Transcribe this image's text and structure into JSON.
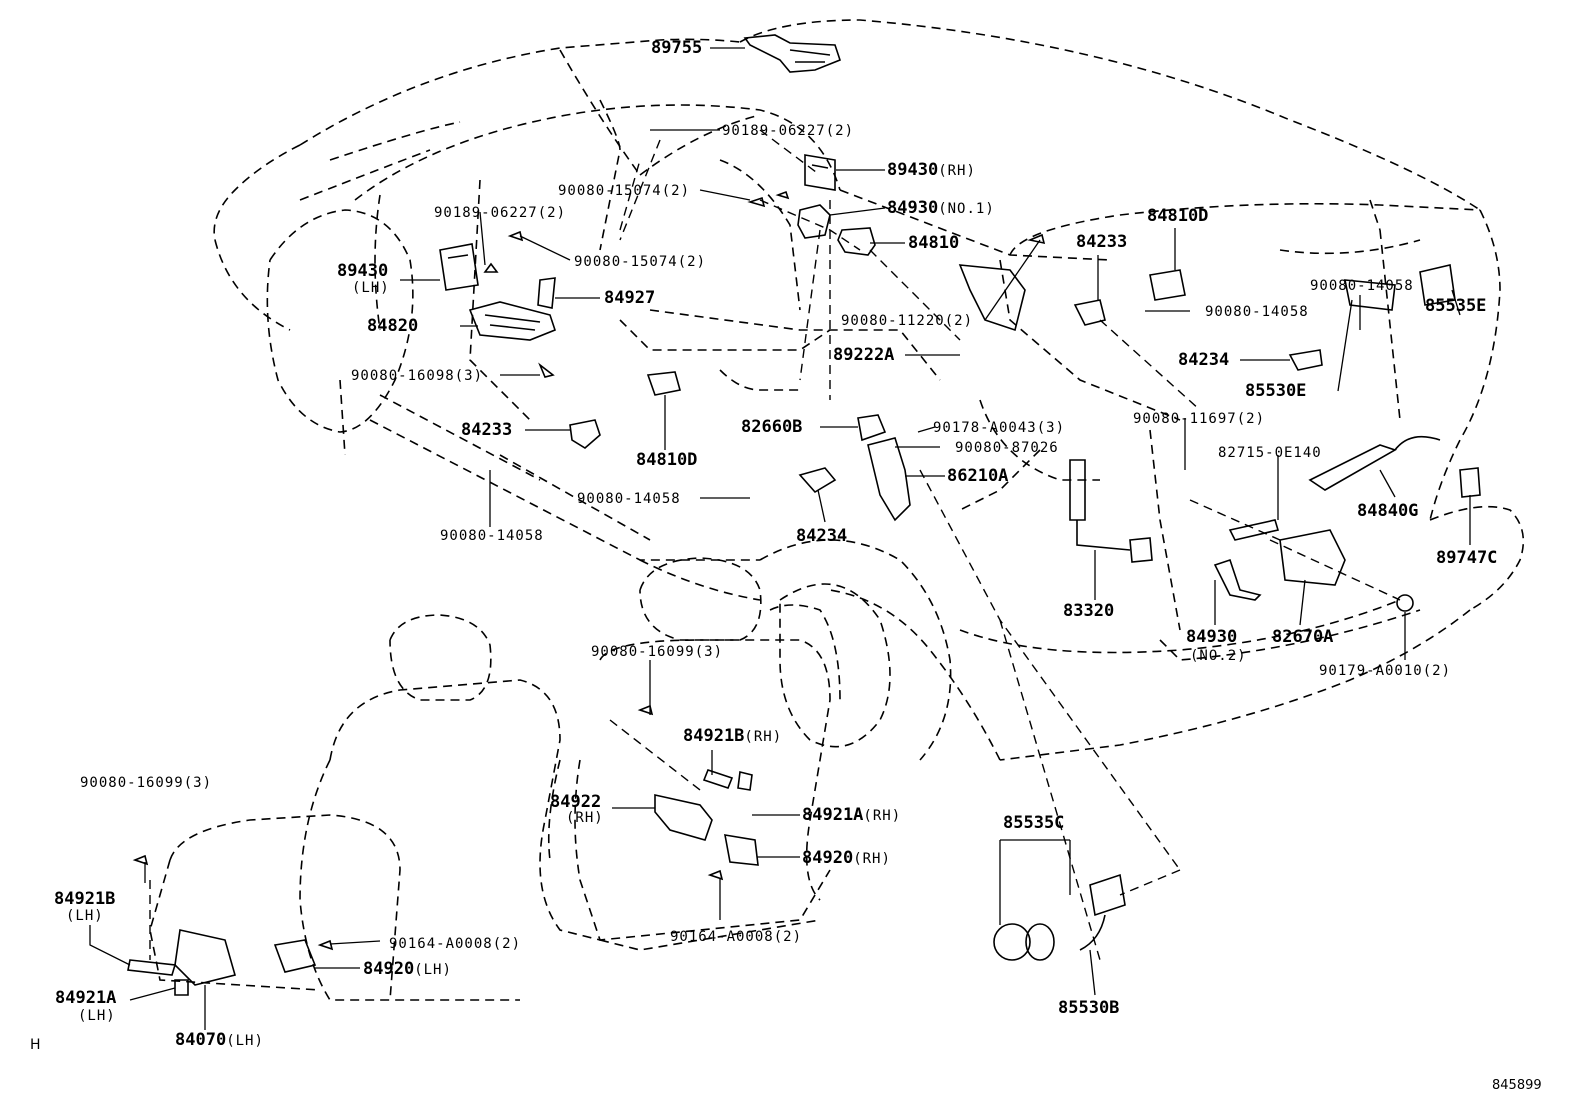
{
  "callouts": [
    {
      "part": "89755",
      "q": ""
    },
    {
      "part": "90189-06227",
      "q": "(2)"
    },
    {
      "part": "89430",
      "q": "(RH)"
    },
    {
      "part": "90080-15074",
      "q": "(2)"
    },
    {
      "part": "84930",
      "q": "(NO.1)"
    },
    {
      "part": "90189-06227",
      "q": "(2)"
    },
    {
      "part": "84810",
      "q": ""
    },
    {
      "part": "84810D",
      "q": ""
    },
    {
      "part": "89430",
      "q": ""
    },
    {
      "part": "90080-15074",
      "q": "(2)"
    },
    {
      "part": "84233",
      "q": ""
    },
    {
      "part": "84927",
      "q": ""
    },
    {
      "part": "84820",
      "q": ""
    },
    {
      "part": "90080-11220",
      "q": "(2)"
    },
    {
      "part": "90080-14058",
      "q": ""
    },
    {
      "part": "90080-14058",
      "q": ""
    },
    {
      "part": "85535E",
      "q": ""
    },
    {
      "part": "90080-16098",
      "q": "(3)"
    },
    {
      "part": "89222A",
      "q": ""
    },
    {
      "part": "84234",
      "q": ""
    },
    {
      "part": "85530E",
      "q": ""
    },
    {
      "part": "84233",
      "q": ""
    },
    {
      "part": "82660B",
      "q": ""
    },
    {
      "part": "90178-A0043",
      "q": "(3)"
    },
    {
      "part": "90080-11697",
      "q": "(2)"
    },
    {
      "part": "90080-87026",
      "q": ""
    },
    {
      "part": "82715-0E140",
      "q": ""
    },
    {
      "part": "84810D",
      "q": ""
    },
    {
      "part": "86210A",
      "q": ""
    },
    {
      "part": "90080-14058",
      "q": ""
    },
    {
      "part": "84840G",
      "q": ""
    },
    {
      "part": "90080-14058",
      "q": ""
    },
    {
      "part": "84234",
      "q": ""
    },
    {
      "part": "89747C",
      "q": ""
    },
    {
      "part": "83320",
      "q": ""
    },
    {
      "part": "84930",
      "q": ""
    },
    {
      "part": "82670A",
      "q": ""
    },
    {
      "part": "90080-16099",
      "q": "(3)"
    },
    {
      "part": "90179-A0010",
      "q": "(2)"
    },
    {
      "part": "84921B",
      "q": "(RH)"
    },
    {
      "part": "90080-16099",
      "q": "(3)"
    },
    {
      "part": "84922",
      "q": ""
    },
    {
      "part": "84921A",
      "q": "(RH)"
    },
    {
      "part": "85535C",
      "q": ""
    },
    {
      "part": "84921B",
      "q": ""
    },
    {
      "part": "84920",
      "q": "(RH)"
    },
    {
      "part": "90164-A0008",
      "q": "(2)"
    },
    {
      "part": "90164-A0008",
      "q": "(2)"
    },
    {
      "part": "84921A",
      "q": ""
    },
    {
      "part": "84920",
      "q": "(LH)"
    },
    {
      "part": "85530B",
      "q": ""
    },
    {
      "part": "84070",
      "q": "(LH)"
    }
  ],
  "sub_labels": [
    "(LH)",
    "(RH)",
    "(NO.2)",
    "(LH)",
    "(LH)"
  ],
  "corner_letter": "H",
  "illustration_number": "845899"
}
